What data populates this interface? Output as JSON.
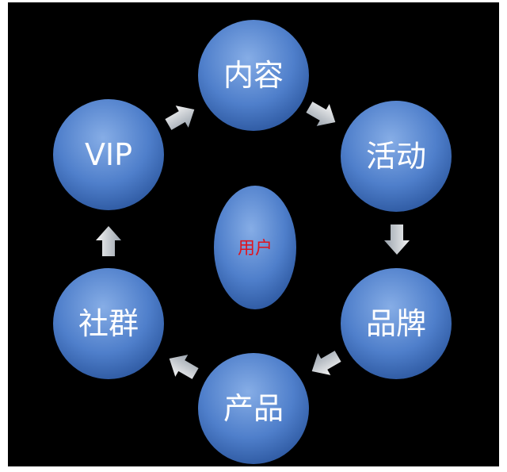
{
  "diagram": {
    "center": {
      "label": "用户",
      "color": "#e0141e"
    },
    "nodes": [
      {
        "id": "content",
        "label": "内容"
      },
      {
        "id": "activity",
        "label": "活动"
      },
      {
        "id": "brand",
        "label": "品牌"
      },
      {
        "id": "product",
        "label": "产品"
      },
      {
        "id": "community",
        "label": "社群"
      },
      {
        "id": "vip",
        "label": "VIP"
      }
    ],
    "cycle_order": [
      "content",
      "activity",
      "brand",
      "product",
      "community",
      "vip"
    ],
    "colors": {
      "background": "#000000",
      "circle_light": "#7ea7e3",
      "circle_dark": "#2d5ca8",
      "arrow_light": "#f2f2f2",
      "arrow_dark": "#9aa3ad"
    }
  }
}
